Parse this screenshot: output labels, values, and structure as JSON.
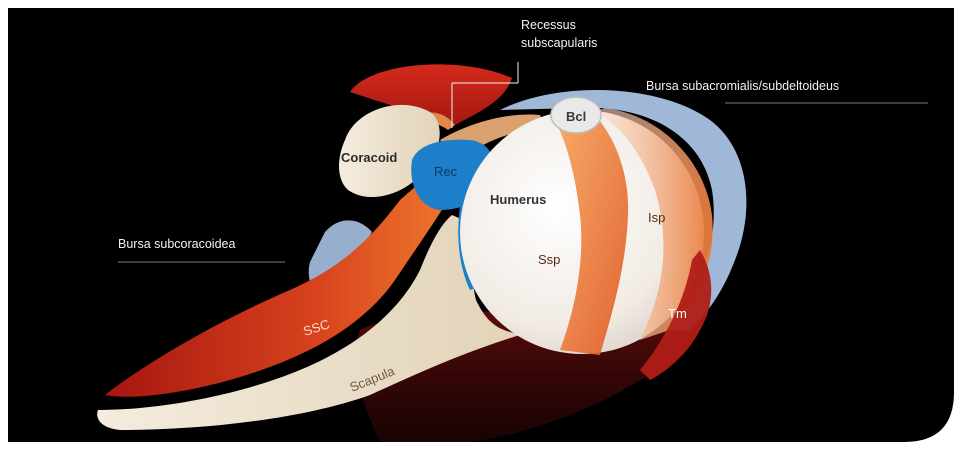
{
  "figure": {
    "background_color": "#000000",
    "frame_color": "#ffffff",
    "accent_blue": "#1d7fc9",
    "bursa_color": "#9fb8d8",
    "muscle_red": "#c8281c",
    "bone_color": "#efe6d6"
  },
  "labels": {
    "recessus_line1": "Recessus",
    "recessus_line2": "subscapularis",
    "bursa_subacromialis": "Bursa subacromialis/subdeltoideus",
    "bursa_subcoracoidea": "Bursa subcoracoidea"
  },
  "structures": {
    "coracoid": "Coracoid",
    "rec": "Rec",
    "bcl": "Bcl",
    "humerus": "Humerus",
    "isp": "Isp",
    "ssp": "Ssp",
    "tm": "Tm",
    "ssc": "SSC",
    "scapula": "Scapula"
  }
}
